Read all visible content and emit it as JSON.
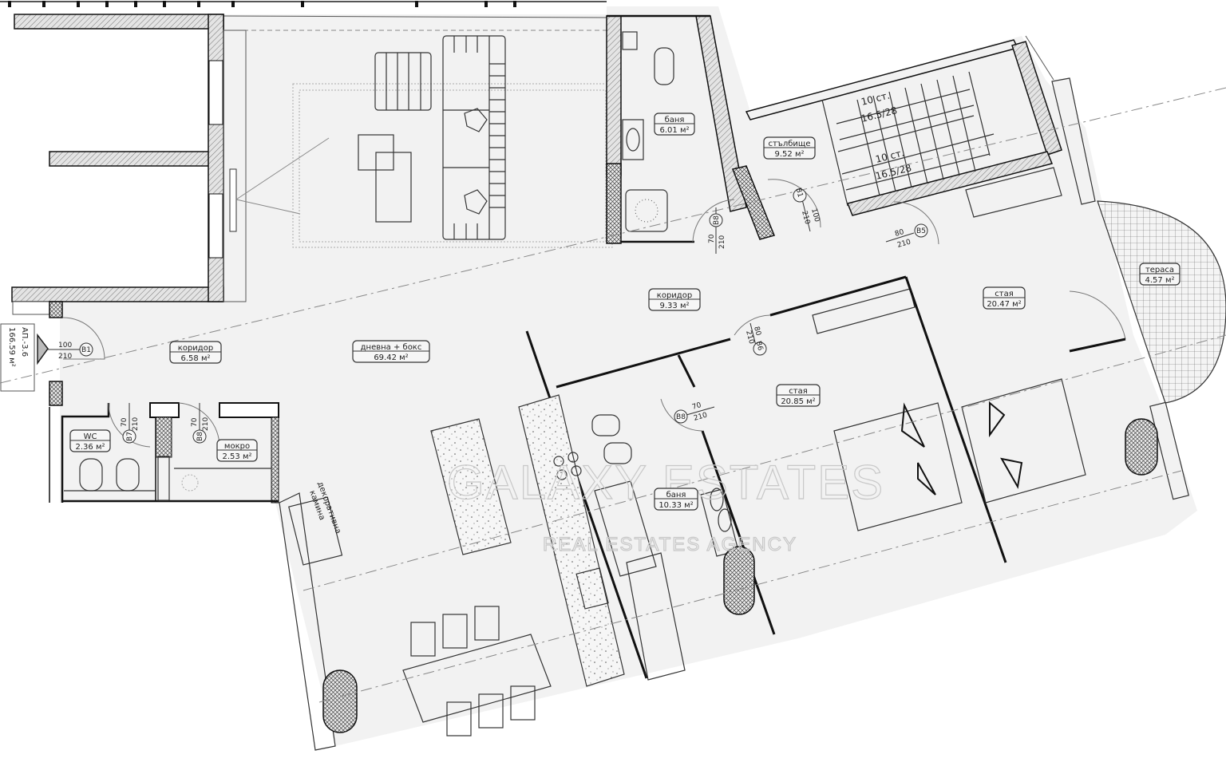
{
  "plan": {
    "unit_id": "АП.-3.6",
    "unit_area": "166.59 м²",
    "watermark": {
      "line1": "GALAXY ESTATES",
      "line2": "REAL ESTATES AGENCY"
    },
    "colors": {
      "floor": "#f2f2f2",
      "wall_fill": "#d9d9d9",
      "wall_stroke": "#111111",
      "terrace_grid": "#555555"
    }
  },
  "rooms": [
    {
      "name": "коридор",
      "area": "6.58 м²"
    },
    {
      "name": "дневна + бокс",
      "area": "69.42 м²"
    },
    {
      "name": "баня",
      "area": "6.01 м²"
    },
    {
      "name": "стълбище",
      "area": "9.52 м²"
    },
    {
      "name": "коридор",
      "area": "9.33 м²"
    },
    {
      "name": "стая",
      "area": "20.47 м²"
    },
    {
      "name": "тераса",
      "area": "4.57 м²"
    },
    {
      "name": "стая",
      "area": "20.85 м²"
    },
    {
      "name": "баня",
      "area": "10.33 м²"
    },
    {
      "name": "WC",
      "area": "2.36 м²"
    },
    {
      "name": "мокро",
      "area": "2.53 м²"
    }
  ],
  "doors": [
    {
      "id": "B1",
      "width": "100",
      "height": "210"
    },
    {
      "id": "B7",
      "width": "70",
      "height": "210"
    },
    {
      "id": "B8",
      "width": "70",
      "height": "210"
    },
    {
      "id": "B8",
      "width": "70",
      "height": "210"
    },
    {
      "id": "B1",
      "width": "100",
      "height": "210"
    },
    {
      "id": "B5",
      "width": "80",
      "height": "210"
    },
    {
      "id": "B6",
      "width": "80",
      "height": "210"
    },
    {
      "id": "B8",
      "width": "70",
      "height": "210"
    }
  ],
  "stairs": [
    {
      "steps": "10 ст.",
      "size": "16.5/28"
    },
    {
      "steps": "10 ст.",
      "size": "16.5/28"
    }
  ],
  "annotations": {
    "fireplace_line1": "декоративна",
    "fireplace_line2": "камина"
  }
}
